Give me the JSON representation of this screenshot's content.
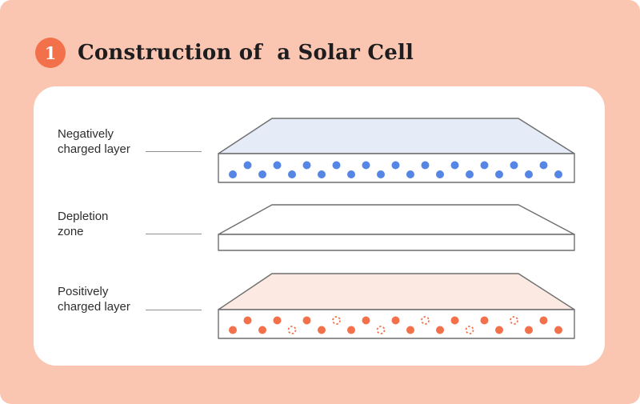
{
  "header": {
    "badge_number": "1",
    "title": "Construction of  a Solar Cell"
  },
  "colors": {
    "background": "#FBC6B1",
    "card": "#FFFFFF",
    "accent_orange": "#F3714A",
    "electron_blue": "#5586E5",
    "negative_top_face": "#E6EBF8",
    "depletion_top_face": "#FFFFFF",
    "positive_top_face": "#FBE9E2",
    "outline": "#6E6E6E",
    "label_text": "#2E2E2E",
    "pointer_line": "#8F8F8F"
  },
  "diagram": {
    "layers": [
      {
        "id": "negative",
        "label": "Negatively\ncharged layer",
        "top_face_color": "#E6EBF8",
        "dot_color": "#5586E5",
        "dots": [
          "solid",
          "solid",
          "solid",
          "solid",
          "solid",
          "solid",
          "solid",
          "solid",
          "solid",
          "solid",
          "solid",
          "solid",
          "solid",
          "solid",
          "solid",
          "solid",
          "solid",
          "solid",
          "solid",
          "solid",
          "solid",
          "solid",
          "solid"
        ]
      },
      {
        "id": "depletion",
        "label": "Depletion\nzone",
        "top_face_color": "#FFFFFF",
        "dot_color": "",
        "dots": []
      },
      {
        "id": "positive",
        "label": "Positively\ncharged layer",
        "top_face_color": "#FBE9E2",
        "dot_color": "#F3714A",
        "dots": [
          "solid",
          "solid",
          "solid",
          "solid",
          "hole",
          "solid",
          "solid",
          "hole",
          "solid",
          "solid",
          "hole",
          "solid",
          "solid",
          "hole",
          "solid",
          "solid",
          "hole",
          "solid",
          "solid",
          "hole",
          "solid",
          "solid",
          "solid"
        ]
      }
    ]
  }
}
